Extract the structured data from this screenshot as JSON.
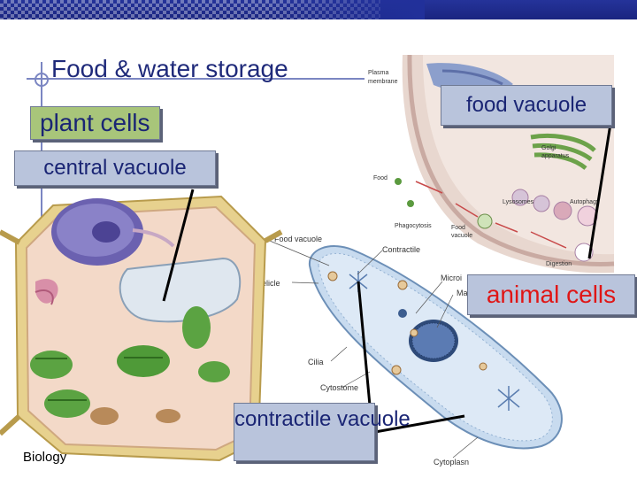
{
  "slide": {
    "title": "Food & water storage",
    "footer": "Biology"
  },
  "labels": {
    "plant_cells": "plant cells",
    "central_vacuole": "central vacuole",
    "food_vacuole": "food vacuole",
    "animal_cells": "animal cells",
    "contractile_vacuole": "contractile vacuole"
  },
  "figure_labels": {
    "plasma_membrane_1": "Plasma",
    "plasma_membrane_2": "membrane",
    "golgi_1": "Golgi",
    "golgi_2": "apparatus",
    "food": "Food",
    "lysosomes": "Lysosomes",
    "autophagy": "Autophagy",
    "phagocytosis": "Phagocytosis",
    "food_vacuole_1": "Food",
    "food_vacuole_2": "vacuole",
    "digestion": "Digestion",
    "para_food_vacuole": "Food vacuole",
    "para_contractile": "Contractile",
    "pellicle": "Pelicle",
    "micro": "Microi",
    "ma": "Ma",
    "cilia": "Cilia",
    "cytostome": "Cytostome",
    "cytoplasm": "Cytoplasn"
  },
  "colors": {
    "title": "#1f2a7a",
    "label_box": "#b9c4dc",
    "animal_text": "#e01515",
    "top_bar": "#25339a"
  }
}
